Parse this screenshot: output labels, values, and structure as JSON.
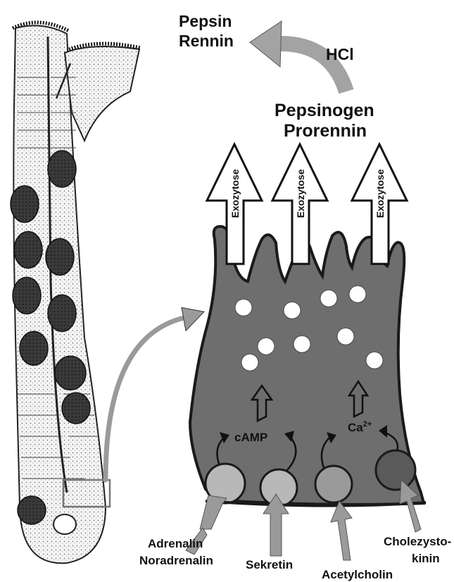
{
  "products": {
    "pepsin": "Pepsin",
    "rennin": "Rennin"
  },
  "acid": "HCl",
  "precursors": {
    "pepsinogen": "Pepsinogen",
    "prorennin": "Prorennin"
  },
  "exocytosis_label": "Exozytose",
  "second_messengers": {
    "camp": "cAMP",
    "calcium_base": "Ca",
    "calcium_charge": "2+"
  },
  "stimuli": {
    "adrenalin_line1": "Adrenalin",
    "adrenalin_line2": "Noradrenalin",
    "sekretin": "Sekretin",
    "acetylcholin": "Acetylcholin",
    "cholecystokinin_line1": "Cholezysto-",
    "cholecystokinin_line2": "kinin"
  },
  "colors": {
    "cell_fill": "#6e6e6e",
    "cell_stroke": "#1a1a1a",
    "arrow_gray": "#9a9a9a",
    "granule": "#ffffff",
    "receptor_light": "#b8b8b8",
    "receptor_dark": "#5a5a5a"
  }
}
